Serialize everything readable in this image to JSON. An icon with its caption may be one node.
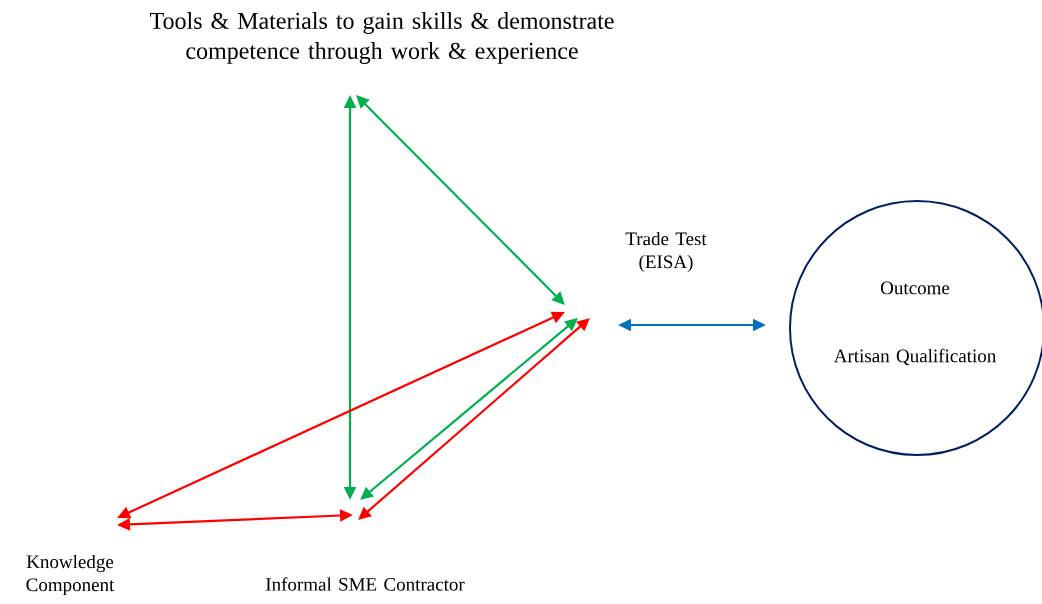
{
  "diagram": {
    "nodes": [
      {
        "text": [
          "Tools & Materials to gain skills & demonstrate competence through work & experience"
        ]
      },
      {
        "text": [
          "Trade Test (EISA)"
        ]
      },
      {
        "text": [
          "Outcome",
          "Artisan Qualification"
        ]
      },
      {
        "text": [
          "Knowledge Component"
        ]
      },
      {
        "text": [
          "Informal SME Contractor"
        ]
      }
    ],
    "edges": [
      {
        "from": 0,
        "to": 4,
        "arrow": "both",
        "color": "#00b050"
      },
      {
        "from": 0,
        "to": 1,
        "arrow": "both",
        "color": "#00b050"
      },
      {
        "from": 4,
        "to": 1,
        "arrow": "both",
        "color": "#00b050"
      },
      {
        "from": 3,
        "to": 1,
        "arrow": "both",
        "color": "#ff0000"
      },
      {
        "from": 3,
        "to": 4,
        "arrow": "both",
        "color": "#ff0000"
      },
      {
        "from": 4,
        "to": 1,
        "arrow": "both",
        "color": "#ff0000"
      },
      {
        "from": 1,
        "to": 2,
        "arrow": "both",
        "color": "#0070c0"
      }
    ]
  }
}
